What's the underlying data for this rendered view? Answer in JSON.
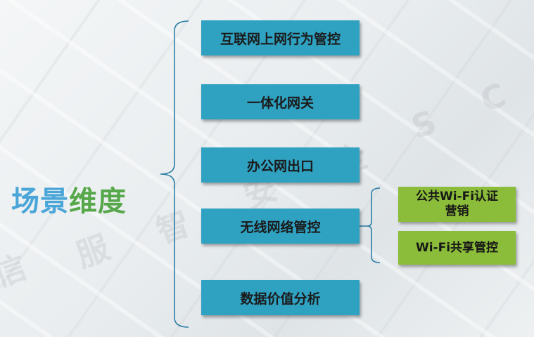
{
  "title": {
    "part1": "场景",
    "part2": "维度"
  },
  "watermark": [
    "信",
    "服",
    "智",
    "安",
    "全",
    "S",
    "C"
  ],
  "items": [
    {
      "label": "互联网上网行为管控"
    },
    {
      "label": "一体化网关"
    },
    {
      "label": "办公网出口"
    },
    {
      "label": "无线网络管控"
    },
    {
      "label": "数据价值分析"
    }
  ],
  "subitems": [
    {
      "line1": "公共Wi-Fi认证",
      "line2": "营销"
    },
    {
      "line1": "Wi-Fi共享管控"
    }
  ],
  "colors": {
    "box_blue": "#2fa1c1",
    "box_green": "#8bbd3a",
    "title_blue": "#4aa6d8",
    "title_green": "#57a84a",
    "bracket": "#2d7fa6"
  }
}
